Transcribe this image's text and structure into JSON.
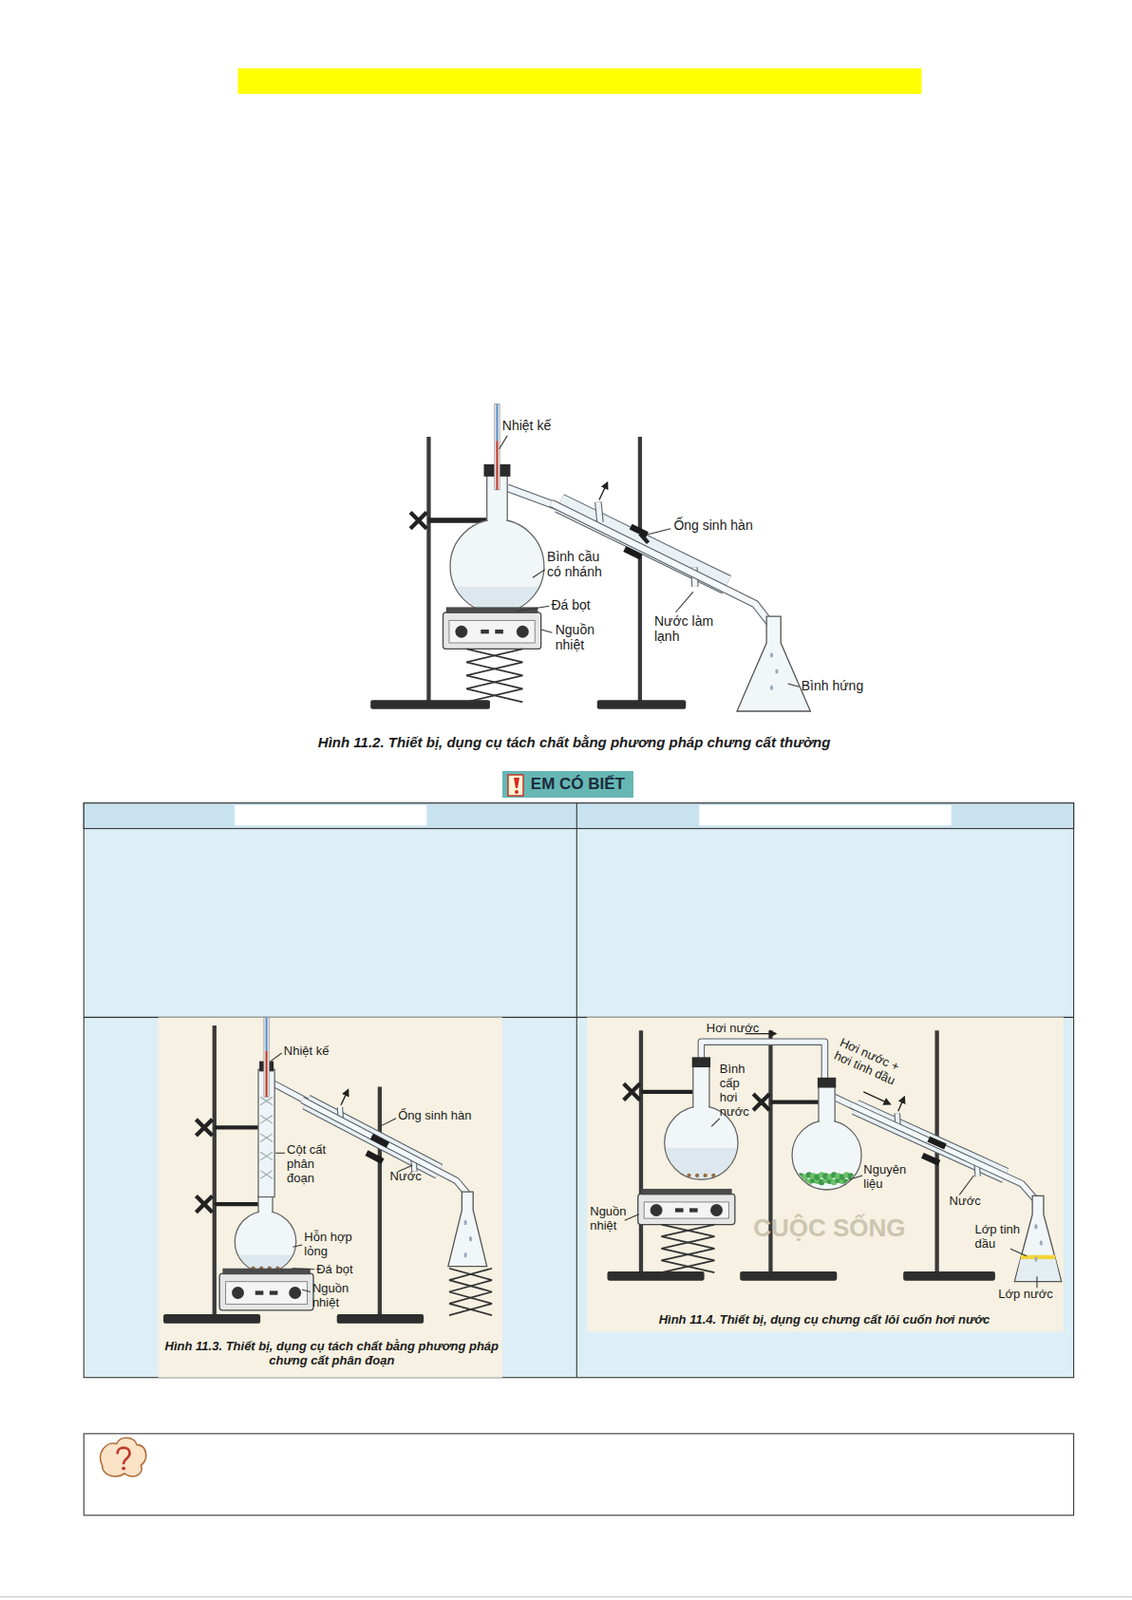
{
  "diagram": {
    "caption": "Hình 11.2. Thiết bị, dụng cụ tách chất bằng phương pháp chưng cất thường",
    "nodes": [
      {
        "text": [
          "EM CÓ BIẾT"
        ]
      }
    ],
    "labels": [
      "Nhiệt kế",
      "Ống sinh hàn",
      "Bình cầu có nhánh",
      "Đá bọt",
      "Nguồn nhiệt",
      "Nước làm lạnh",
      "Bình hứng",
      "Nhiệt kế",
      "Ống sinh hàn",
      "Cột cất phân đoạn",
      "Nước",
      "Hỗn hợp lỏng",
      "Đá bọt",
      "Nguồn nhiệt",
      "Hình 11.3. Thiết bị, dụng cụ tách chất bằng phương pháp chưng cất phân đoạn",
      "Hơi nước",
      "Hơi nước + hơi tinh dầu",
      "Bình cấp hơi nước",
      "Nguyên liệu",
      "Nguồn nhiệt",
      "Nước",
      "Lớp tinh dầu",
      "Lớp nước",
      "Hình 11.4. Thiết bị, dụng cụ chưng cất lôi cuốn hơi nước",
      "CUỘC SỐNG"
    ]
  }
}
